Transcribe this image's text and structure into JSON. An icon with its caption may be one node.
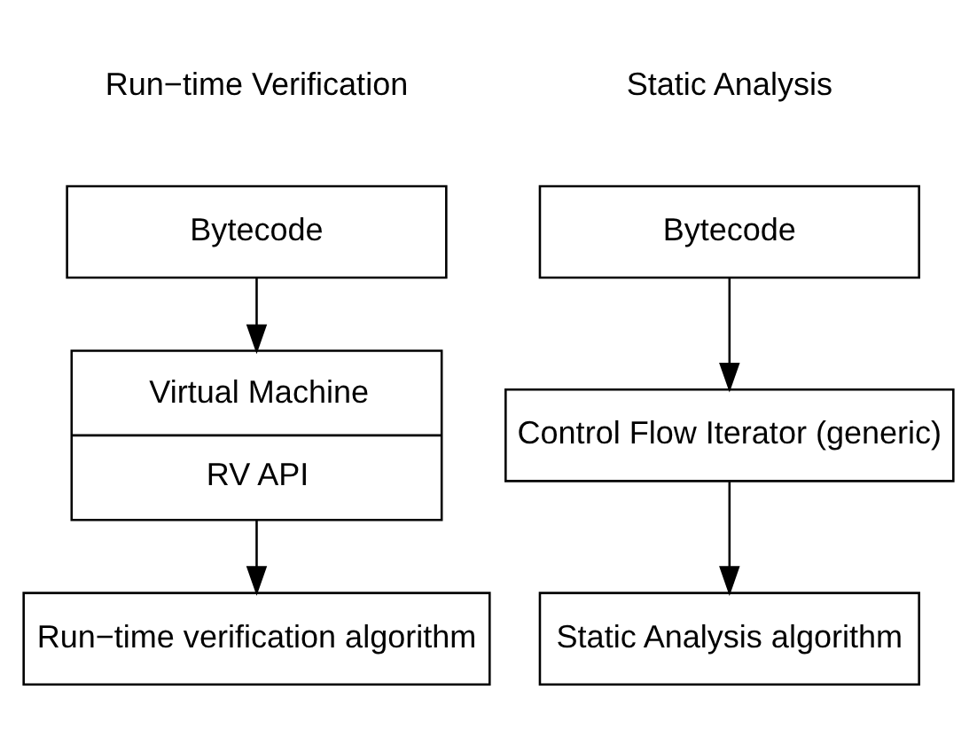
{
  "diagram": {
    "nodes": [
      {
        "text": [
          "Bytecode"
        ]
      },
      {
        "text": [
          "Virtual Machine",
          "RV API"
        ]
      },
      {
        "text": [
          "Run−time verification algorithm"
        ]
      },
      {
        "text": [
          "Bytecode"
        ]
      },
      {
        "text": [
          "Control Flow Iterator (generic)"
        ]
      },
      {
        "text": [
          "Static Analysis algorithm"
        ]
      }
    ],
    "edges": [
      {
        "from": 0,
        "to": 1,
        "arrow": "to"
      },
      {
        "from": 1,
        "to": 2,
        "arrow": "to"
      },
      {
        "from": 3,
        "to": 4,
        "arrow": "to"
      },
      {
        "from": 4,
        "to": 5,
        "arrow": "to"
      }
    ],
    "labels": [
      "Run−time Verification",
      "Static Analysis"
    ]
  }
}
